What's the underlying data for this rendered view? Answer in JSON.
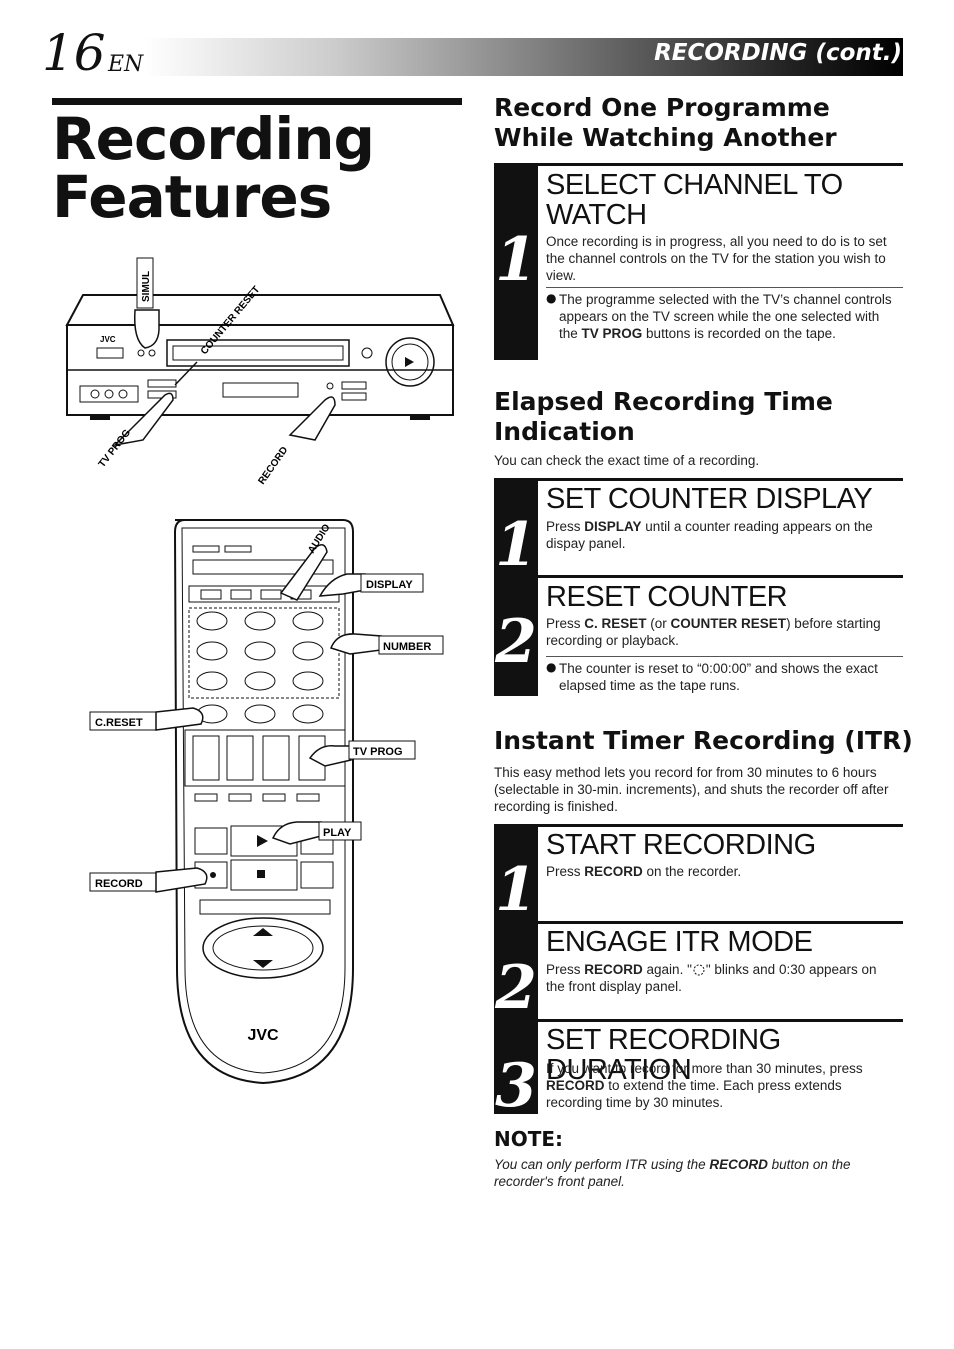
{
  "header": {
    "page_number": "16",
    "lang": "EN",
    "section": "RECORDING (cont.)"
  },
  "title": {
    "line1": "Recording",
    "line2": "Features"
  },
  "vcr_labels": {
    "simul": "SIMUL",
    "counter_reset": "COUNTER RESET",
    "tv_prog": "TV PROG",
    "record": "RECORD",
    "brand": "JVC"
  },
  "remote_labels": {
    "audio": "AUDIO",
    "display": "DISPLAY",
    "number": "NUMBER",
    "c_reset": "C.RESET",
    "tv_prog": "TV PROG",
    "play": "PLAY",
    "record": "RECORD",
    "brand": "JVC"
  },
  "section1": {
    "heading_line1": "Record One Programme",
    "heading_line2": "While Watching Another",
    "step1": {
      "number": "1",
      "title_line1": "SELECT CHANNEL TO",
      "title_line2": "WATCH",
      "text": "Once recording is in progress, all you need to do is to set the channel controls on the TV for the station you wish to view.",
      "bullet_pre": "The programme selected with the TV’s channel controls appears on the TV screen while the one selected with the ",
      "bullet_kw": "TV PROG",
      "bullet_post": " buttons is recorded on the tape."
    }
  },
  "section2": {
    "heading_line1": "Elapsed Recording Time",
    "heading_line2": "Indication",
    "desc": "You can check the exact time of a recording.",
    "step1": {
      "number": "1",
      "title": "SET COUNTER DISPLAY",
      "pre": "Press ",
      "kw": "DISPLAY",
      "post": " until a counter reading appears on the dispay panel."
    },
    "step2": {
      "number": "2",
      "title": "RESET COUNTER",
      "pre": "Press ",
      "kw1": "C. RESET",
      "mid": " (or ",
      "kw2": "COUNTER RESET",
      "post": ") before starting recording or playback.",
      "bullet": "The counter is reset to “0:00:00” and shows the exact elapsed time as the tape runs."
    }
  },
  "section3": {
    "heading": "Instant Timer Recording (ITR)",
    "desc": "This easy method lets you record for from 30 minutes to 6 hours (selectable in 30-min. increments), and shuts the recorder off after recording is finished.",
    "step1": {
      "number": "1",
      "title": "START RECORDING",
      "pre": "Press ",
      "kw": "RECORD",
      "post": " on the recorder."
    },
    "step2": {
      "number": "2",
      "title": "ENGAGE ITR MODE",
      "pre": "Press ",
      "kw": "RECORD",
      "mid": " again. \"",
      "post": "\" blinks and 0:30 appears on the front display panel."
    },
    "step3": {
      "number": "3",
      "title": "SET RECORDING DURATION",
      "pre": "If you want to record for more than 30 minutes, press ",
      "kw": "RECORD",
      "post": " to extend the time. Each press extends recording time by 30 minutes."
    }
  },
  "note": {
    "heading": "NOTE:",
    "pre": "You can only perform ITR using the ",
    "kw": "RECORD",
    "post": " button on the recorder's front panel."
  }
}
